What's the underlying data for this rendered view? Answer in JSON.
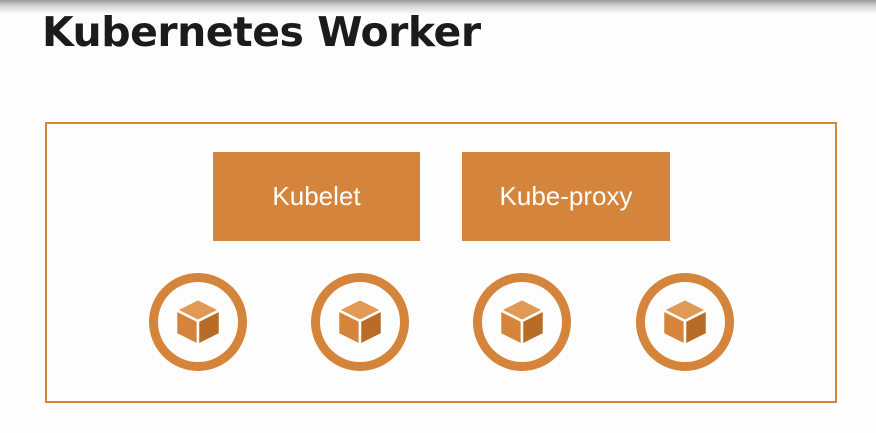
{
  "slide": {
    "title": "Kubernetes Worker"
  },
  "components": [
    {
      "label": "Kubelet"
    },
    {
      "label": "Kube-proxy"
    }
  ],
  "pods": [
    {
      "icon": "container-cube-icon"
    },
    {
      "icon": "container-cube-icon"
    },
    {
      "icon": "container-cube-icon"
    },
    {
      "icon": "container-cube-icon"
    }
  ],
  "colors": {
    "accent": "#d4843b",
    "accent_dark": "#b86c27",
    "accent_light": "#e09a55",
    "title": "#1b1b1b",
    "background": "#fdfdfd"
  }
}
